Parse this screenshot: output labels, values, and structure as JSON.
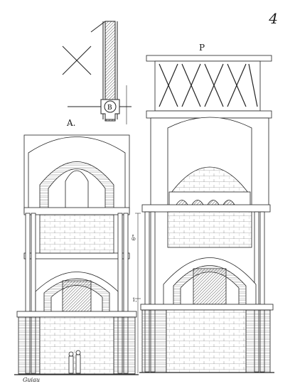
{
  "plate": {
    "page_number": "4",
    "label_a": "A.",
    "label_p": "P",
    "label_b": "B",
    "dim_top": "6ᵐ",
    "dim_bottom": "1,",
    "engraver_signature": "Guiau"
  }
}
